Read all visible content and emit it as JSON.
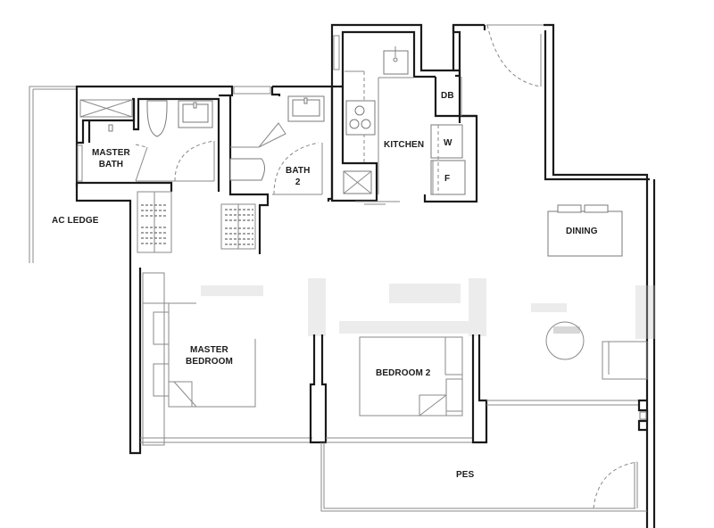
{
  "floor_plan": {
    "rooms": [
      {
        "id": "ac-ledge",
        "label": "AC LEDGE"
      },
      {
        "id": "master-bath",
        "label": "MASTER\nBATH"
      },
      {
        "id": "bath-2",
        "label": "BATH\n2"
      },
      {
        "id": "kitchen",
        "label": "KITCHEN"
      },
      {
        "id": "db",
        "label": "DB"
      },
      {
        "id": "washer",
        "label": "W"
      },
      {
        "id": "fridge",
        "label": "F"
      },
      {
        "id": "dining",
        "label": "DINING"
      },
      {
        "id": "master-bedroom",
        "label": "MASTER\nBEDROOM"
      },
      {
        "id": "bedroom-2",
        "label": "BEDROOM 2"
      },
      {
        "id": "pes",
        "label": "PES"
      }
    ],
    "colors": {
      "wall": "#1a1a1a",
      "fixture_line": "#8a8a8a",
      "background": "#ffffff",
      "label": "#1c1c1c"
    }
  }
}
